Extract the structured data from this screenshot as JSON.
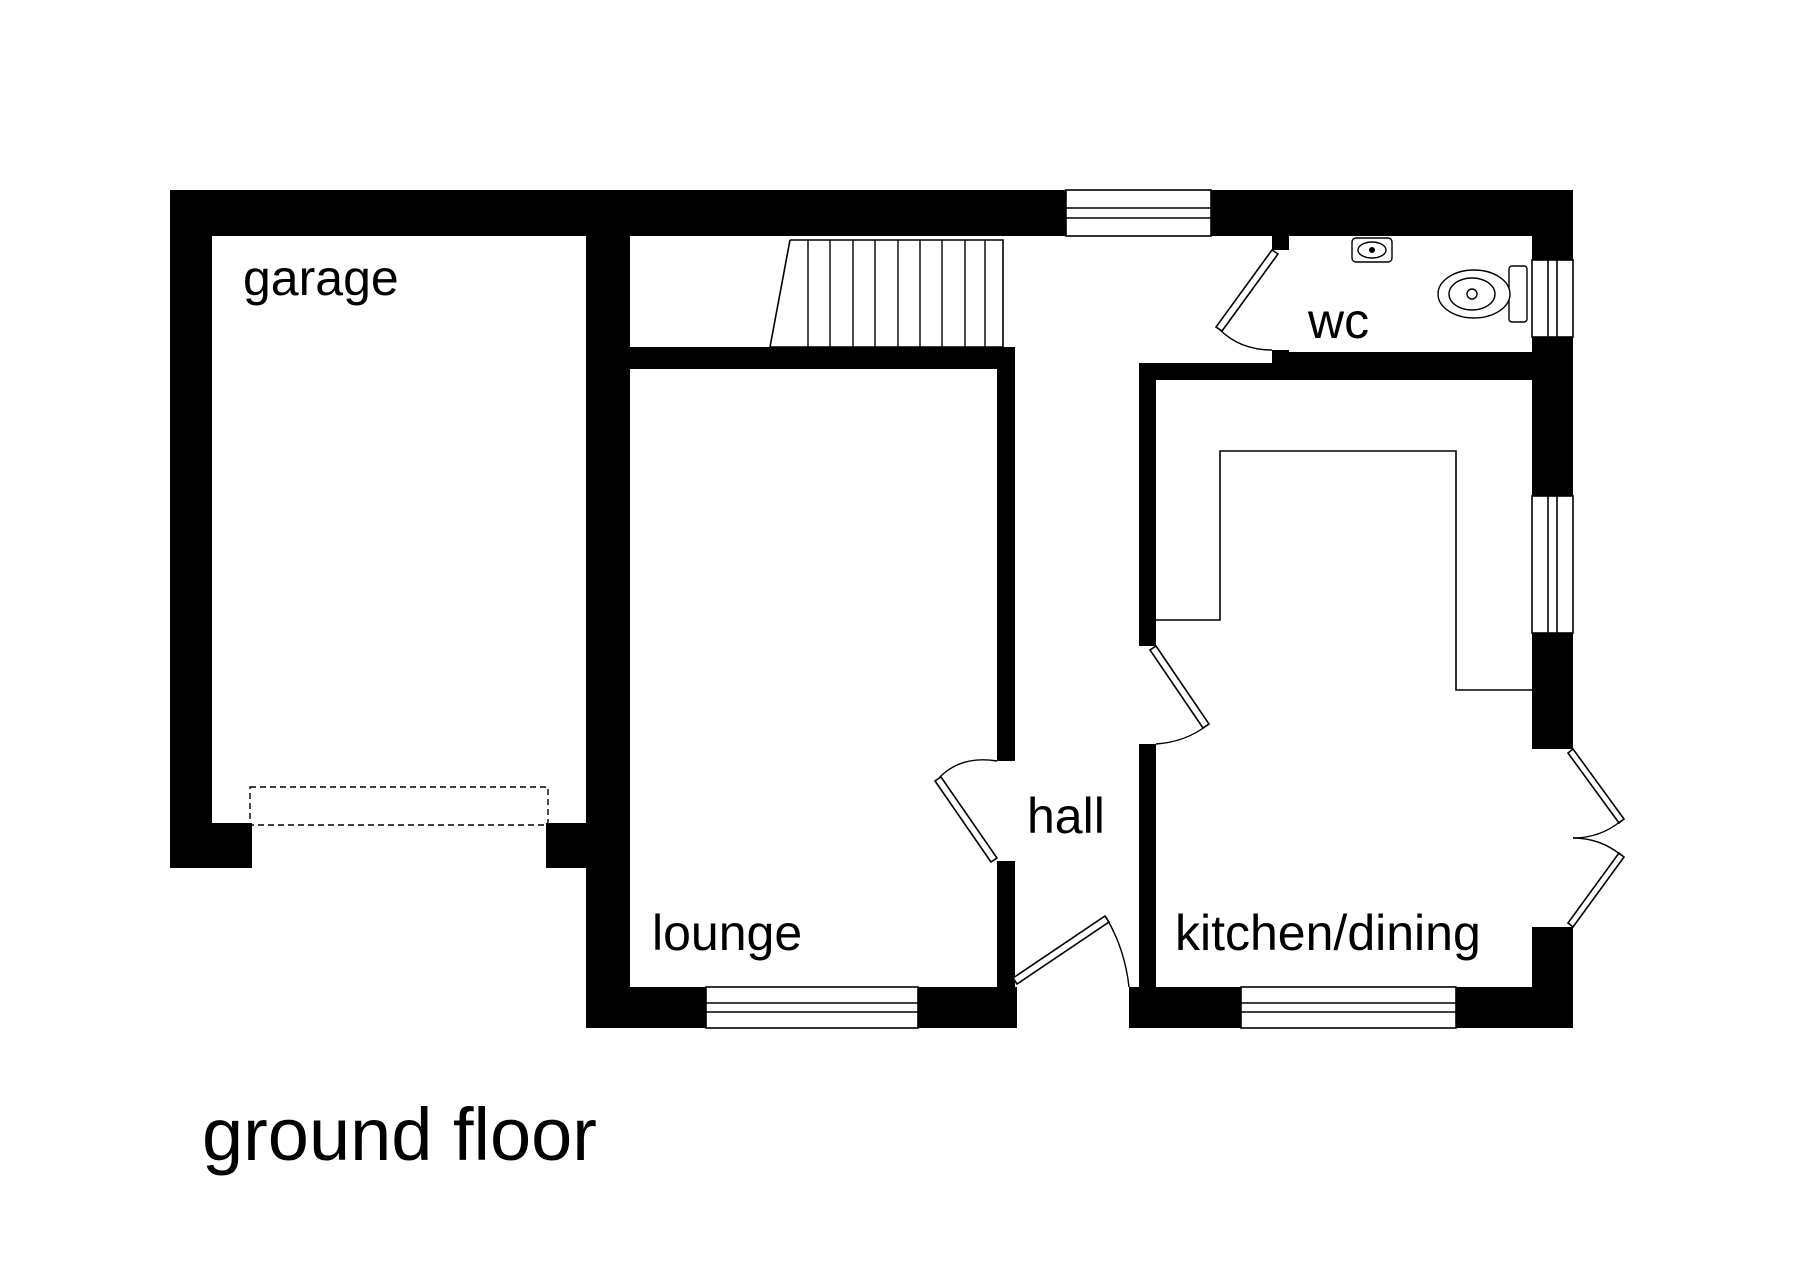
{
  "plan": {
    "caption": "ground floor",
    "rooms": {
      "garage": "garage",
      "wc": "wc",
      "hall": "hall",
      "lounge": "lounge",
      "kitchen": "kitchen/dining"
    }
  },
  "colors": {
    "wall": "#000000",
    "background": "#ffffff"
  }
}
